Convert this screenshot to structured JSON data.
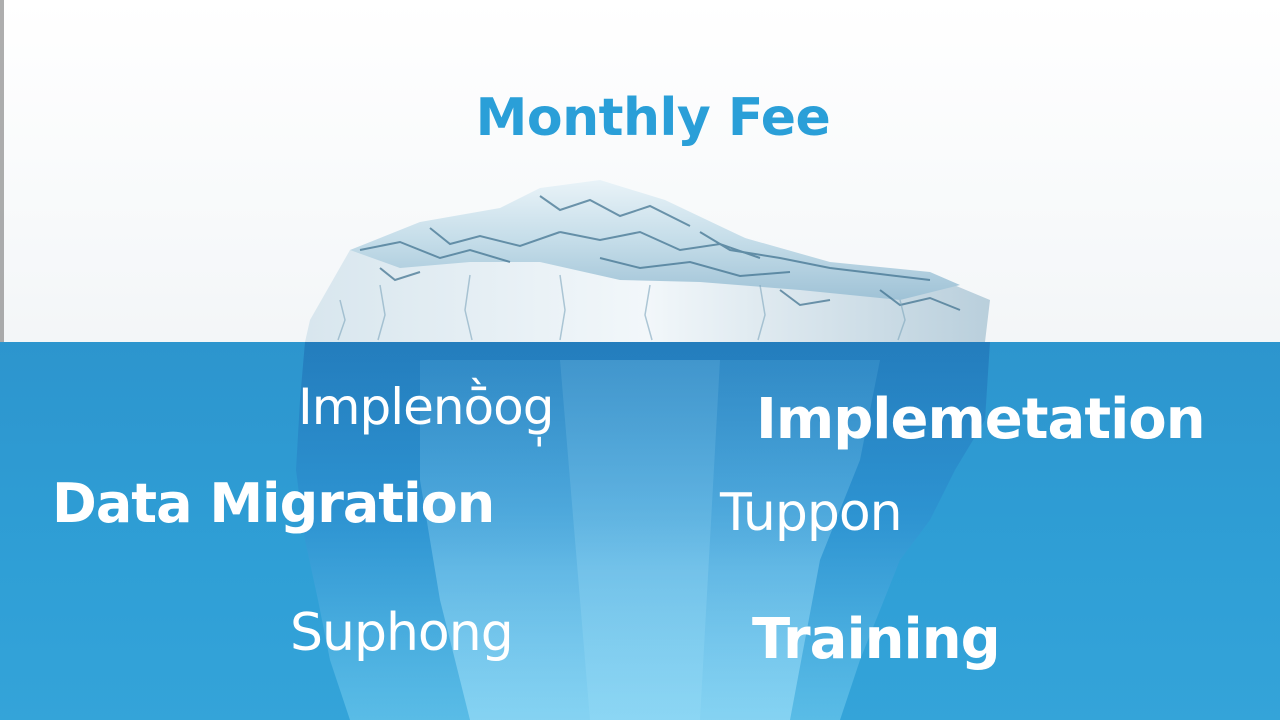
{
  "headline": "Monthly Fee",
  "hidden_costs": [
    {
      "label": "Implenṑog̩"
    },
    {
      "label": "Implemetation"
    },
    {
      "label": "Data Migration"
    },
    {
      "label": "Tuppon"
    },
    {
      "label": "Suphong"
    },
    {
      "label": "Training"
    }
  ],
  "colors": {
    "water": "#2f9fd6",
    "headline": "#2a9fd8",
    "sky": "#ffffff",
    "label": "#ffffff"
  },
  "illustration": "iceberg-icon"
}
